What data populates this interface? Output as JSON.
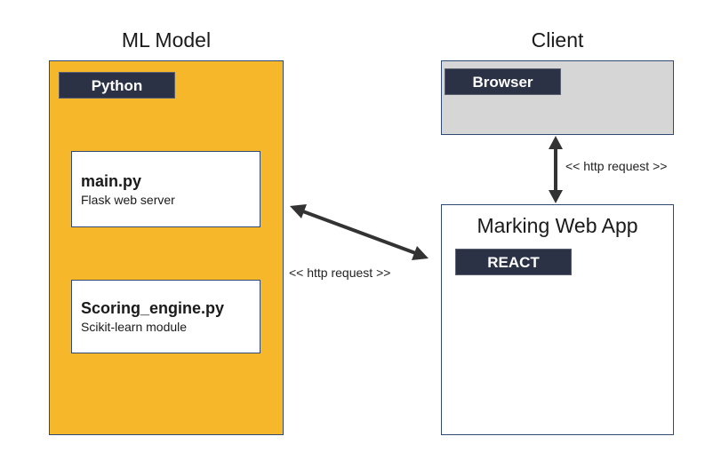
{
  "ml_model": {
    "heading": "ML Model",
    "language_tag": "Python",
    "modules": [
      {
        "title": "main.py",
        "subtitle": "Flask web server"
      },
      {
        "title": "Scoring_engine.py",
        "subtitle": "Scikit-learn module"
      }
    ]
  },
  "client": {
    "heading": "Client",
    "browser_tag": "Browser",
    "web_app": {
      "title": "Marking Web App",
      "framework_tag": "REACT"
    }
  },
  "connections": [
    {
      "label": "<< http request >>",
      "between": [
        "ML Model",
        "Marking Web App"
      ]
    },
    {
      "label": "<< http request >>",
      "between": [
        "Browser",
        "Marking Web App"
      ]
    }
  ],
  "colors": {
    "ml_box_fill": "#f6b72a",
    "browser_box_fill": "#d6d6d6",
    "tag_fill": "#2b3246",
    "border": "#2f4a75",
    "arrow": "#333333"
  },
  "icons": {
    "connector": "double-headed-arrow"
  }
}
